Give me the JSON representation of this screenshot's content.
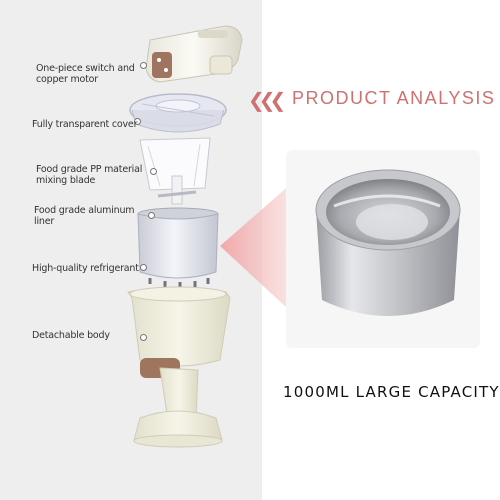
{
  "heading": "PRODUCT ANALYSIS",
  "chevrons": "❮❮❮",
  "caption": "1000ML LARGE CAPACITY",
  "labels": [
    {
      "line1": "One-piece switch and",
      "line2": "copper motor"
    },
    {
      "line1": "Fully transparent cover",
      "line2": ""
    },
    {
      "line1": "Food grade PP material",
      "line2": "mixing blade"
    },
    {
      "line1": "Food grade aluminum",
      "line2": "liner"
    },
    {
      "line1": "High-quality refrigerant",
      "line2": ""
    },
    {
      "line1": "Detachable body",
      "line2": ""
    }
  ],
  "colors": {
    "panel": "#eeeeef",
    "accent": "#d07070",
    "body": "#efeedd",
    "aluminum": "#c8c9cb"
  },
  "icons": {
    "chevrons": "triple-left-chevron-icon"
  }
}
